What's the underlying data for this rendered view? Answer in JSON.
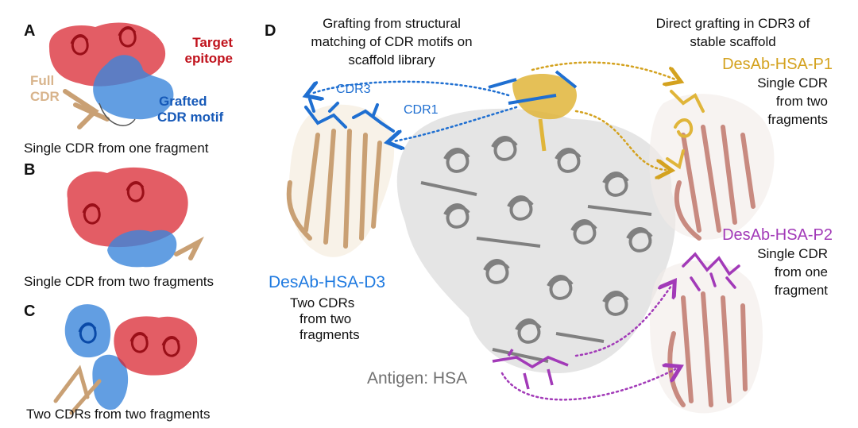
{
  "colors": {
    "epitope_red": "#d81f2a",
    "cdr_blue": "#1f6fd1",
    "scaffold_tan": "#d8b48c",
    "grey_antigen": "#8a8a8a",
    "gold": "#e0b53a",
    "salmon": "#c88a80",
    "purple": "#a23ab8"
  },
  "panels": {
    "A": {
      "letter": "A",
      "target_epitope": [
        "Target",
        "epitope"
      ],
      "full_cdr": [
        "Full",
        "CDR"
      ],
      "grafted_cdr_motif": [
        "Grafted",
        "CDR motif"
      ],
      "caption": "Single CDR from one fragment"
    },
    "B": {
      "letter": "B",
      "caption": "Single CDR from two fragments"
    },
    "C": {
      "letter": "C",
      "caption": "Two CDRs from two fragments"
    },
    "D": {
      "letter": "D",
      "left_title": [
        "Grafting  from  structural",
        "matching of CDR motifs on",
        "scaffold library"
      ],
      "right_title": [
        "Direct grafting in CDR3 of",
        "stable scaffold"
      ],
      "cdr3": "CDR3",
      "cdr1": "CDR1",
      "d3_name": "DesAb-HSA-D3",
      "d3_desc": [
        "Two CDRs",
        "from two",
        "fragments"
      ],
      "p1_name": "DesAb-HSA-P1",
      "p1_desc": [
        "Single CDR",
        "from two",
        "fragments"
      ],
      "p2_name": "DesAb-HSA-P2",
      "p2_desc": [
        "Single CDR",
        "from one",
        "fragment"
      ],
      "antigen": "Antigen: HSA"
    }
  }
}
